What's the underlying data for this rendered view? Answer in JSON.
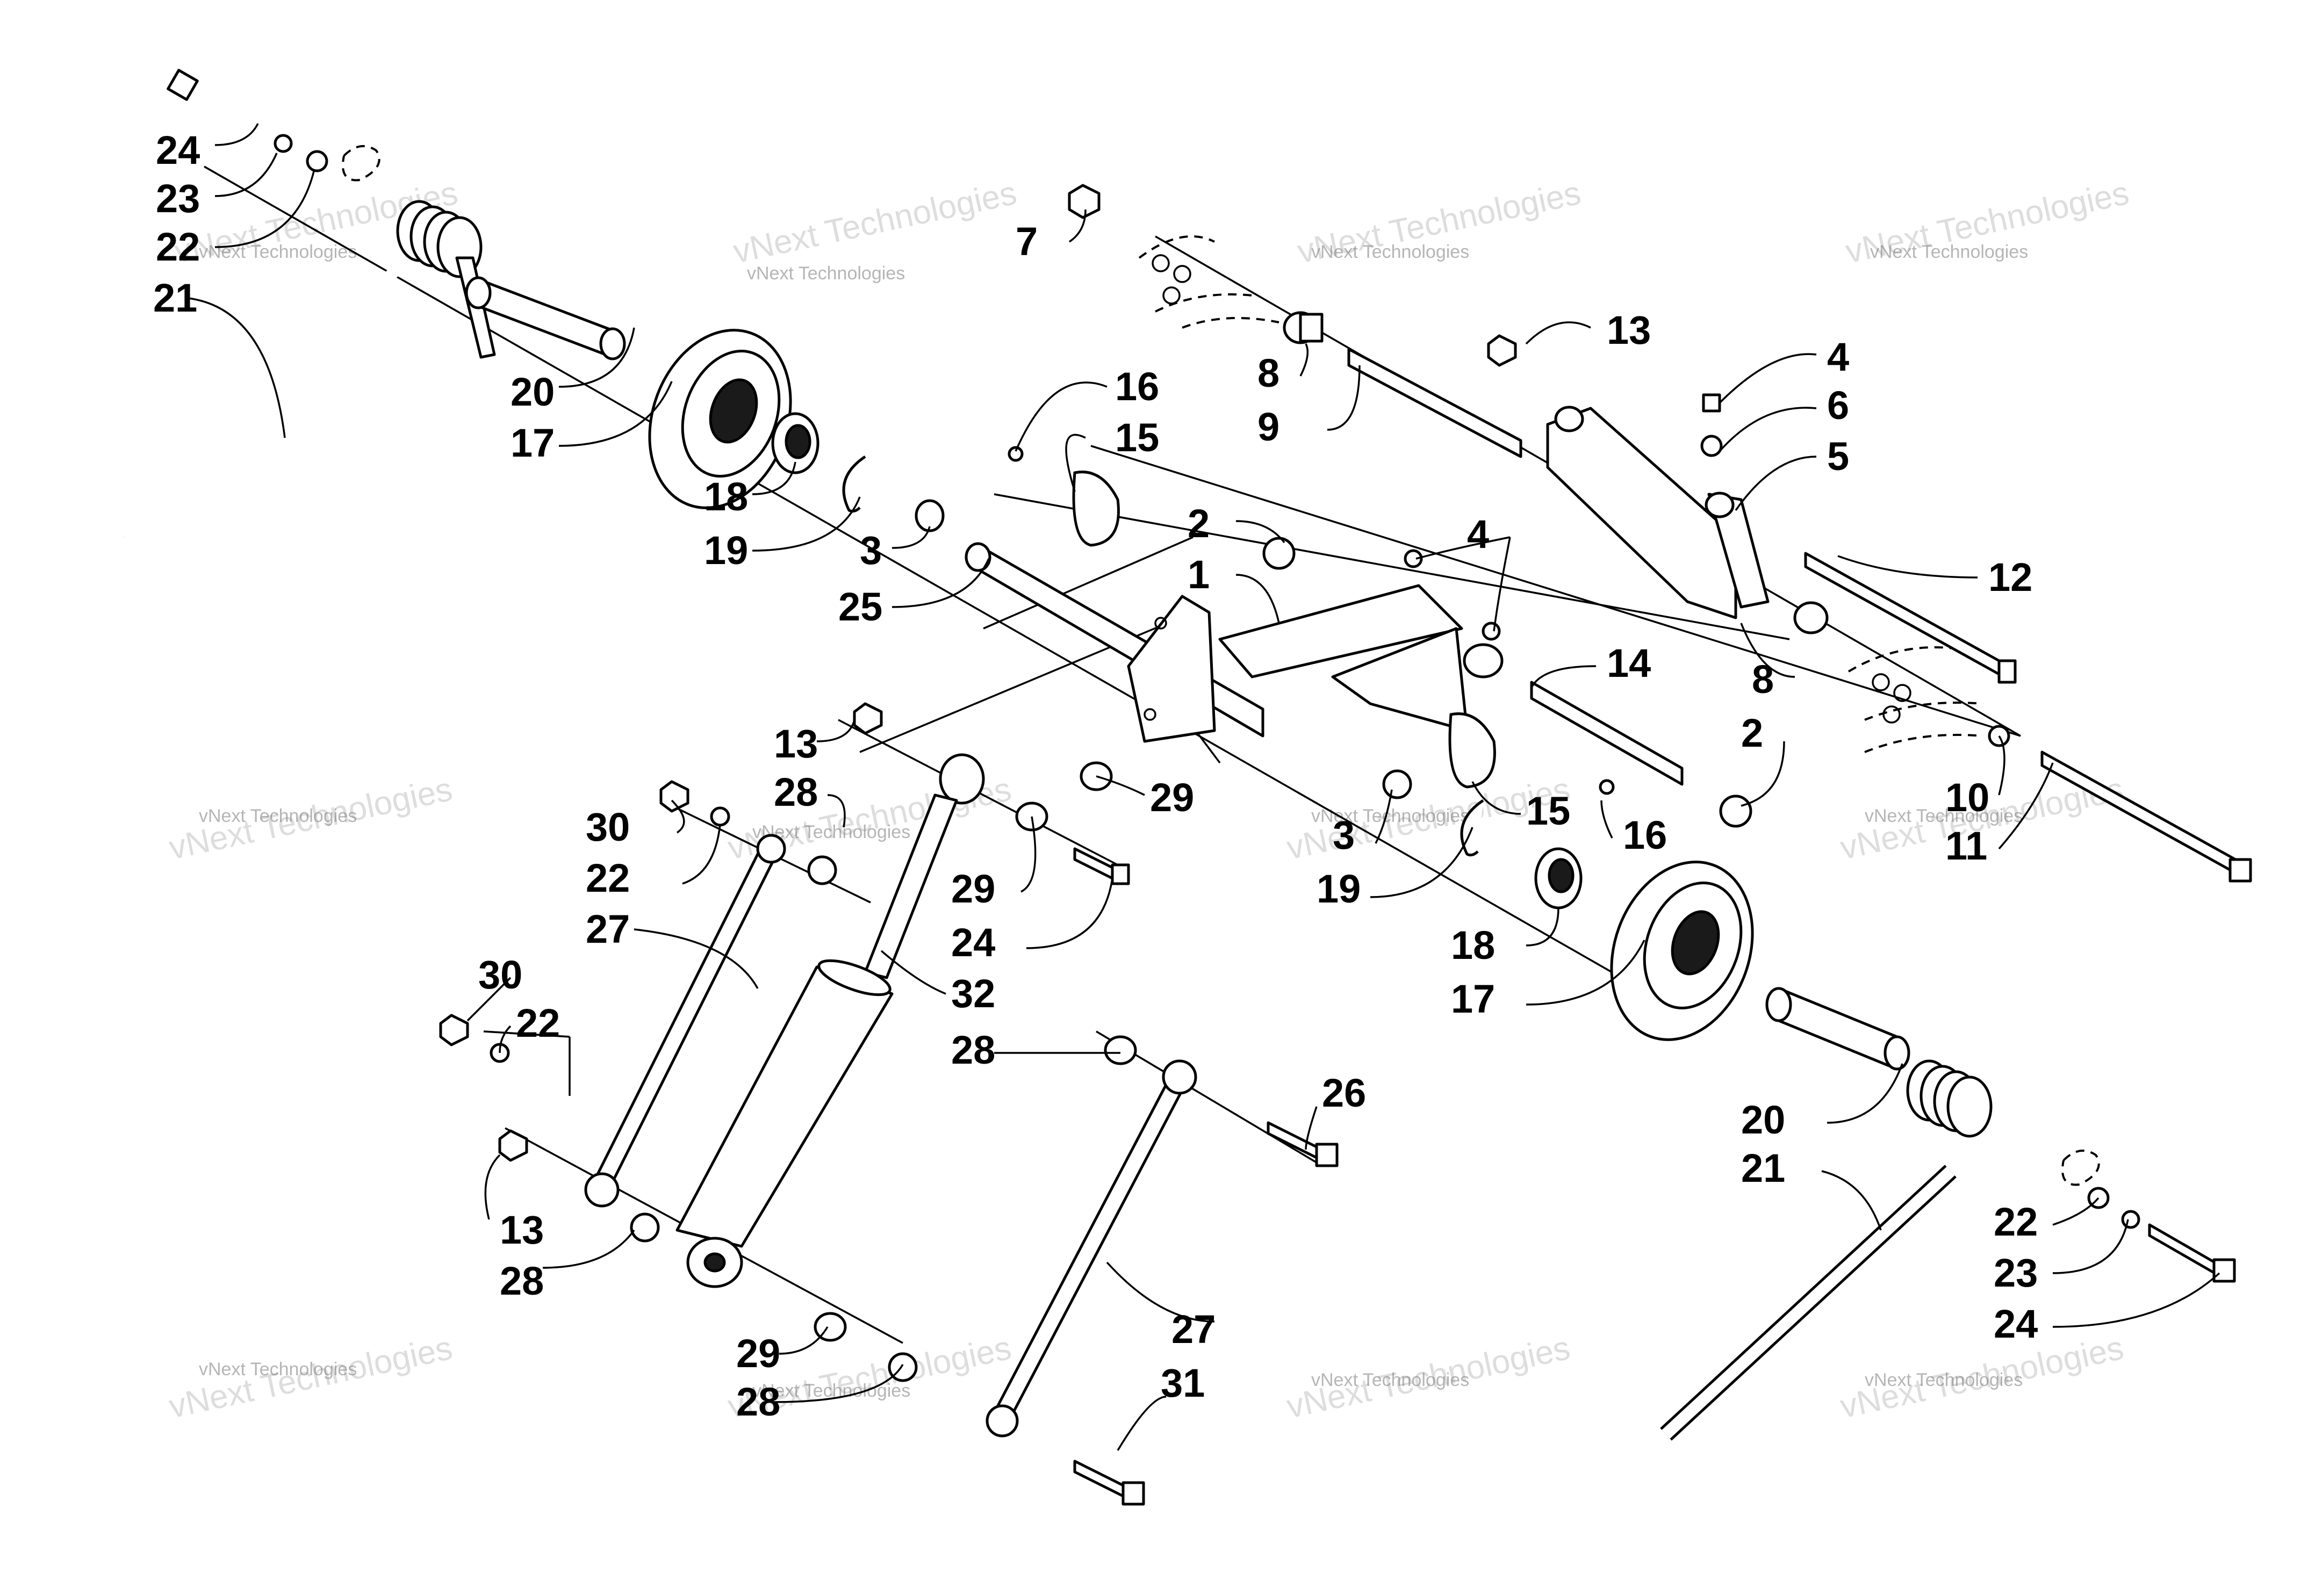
{
  "callouts": [
    {
      "id": "c24a",
      "label": "24"
    },
    {
      "id": "c23a",
      "label": "23"
    },
    {
      "id": "c22a",
      "label": "22"
    },
    {
      "id": "c21a",
      "label": "21"
    },
    {
      "id": "c20a",
      "label": "20"
    },
    {
      "id": "c17a",
      "label": "17"
    },
    {
      "id": "c18a",
      "label": "18"
    },
    {
      "id": "c19a",
      "label": "19"
    },
    {
      "id": "c3a",
      "label": "3"
    },
    {
      "id": "c25",
      "label": "25"
    },
    {
      "id": "c16a",
      "label": "16"
    },
    {
      "id": "c15a",
      "label": "15"
    },
    {
      "id": "c7",
      "label": "7"
    },
    {
      "id": "c8a",
      "label": "8"
    },
    {
      "id": "c9",
      "label": "9"
    },
    {
      "id": "c13a",
      "label": "13"
    },
    {
      "id": "c4a",
      "label": "4"
    },
    {
      "id": "c6",
      "label": "6"
    },
    {
      "id": "c5",
      "label": "5"
    },
    {
      "id": "c2a",
      "label": "2"
    },
    {
      "id": "c1",
      "label": "1"
    },
    {
      "id": "c4b",
      "label": "4"
    },
    {
      "id": "c12",
      "label": "12"
    },
    {
      "id": "c14",
      "label": "14"
    },
    {
      "id": "c8b",
      "label": "8"
    },
    {
      "id": "c2b",
      "label": "2"
    },
    {
      "id": "c10",
      "label": "10"
    },
    {
      "id": "c11",
      "label": "11"
    },
    {
      "id": "c13b",
      "label": "13"
    },
    {
      "id": "c28a",
      "label": "28"
    },
    {
      "id": "c29a",
      "label": "29"
    },
    {
      "id": "c30a",
      "label": "30"
    },
    {
      "id": "c22b",
      "label": "22"
    },
    {
      "id": "c27a",
      "label": "27"
    },
    {
      "id": "c29b",
      "label": "29"
    },
    {
      "id": "c24b",
      "label": "24"
    },
    {
      "id": "c32",
      "label": "32"
    },
    {
      "id": "c15b",
      "label": "15"
    },
    {
      "id": "c16b",
      "label": "16"
    },
    {
      "id": "c3b",
      "label": "3"
    },
    {
      "id": "c19b",
      "label": "19"
    },
    {
      "id": "c18b",
      "label": "18"
    },
    {
      "id": "c17b",
      "label": "17"
    },
    {
      "id": "c30b",
      "label": "30"
    },
    {
      "id": "c22c",
      "label": "22"
    },
    {
      "id": "c28b",
      "label": "28"
    },
    {
      "id": "c26",
      "label": "26"
    },
    {
      "id": "c20b",
      "label": "20"
    },
    {
      "id": "c21b",
      "label": "21"
    },
    {
      "id": "c13c",
      "label": "13"
    },
    {
      "id": "c28c",
      "label": "28"
    },
    {
      "id": "c27b",
      "label": "27"
    },
    {
      "id": "c22d",
      "label": "22"
    },
    {
      "id": "c23b",
      "label": "23"
    },
    {
      "id": "c24c",
      "label": "24"
    },
    {
      "id": "c29c",
      "label": "29"
    },
    {
      "id": "c28d",
      "label": "28"
    },
    {
      "id": "c31",
      "label": "31"
    }
  ],
  "watermark": {
    "small": "vNext Technologies",
    "big": "vNext Technologies"
  }
}
